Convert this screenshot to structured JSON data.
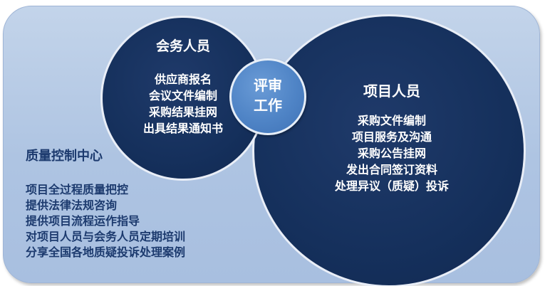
{
  "panel": {
    "background": "#b4c7e4",
    "circle_color": "#15305c",
    "center_color": "#4f84c6"
  },
  "left_circle": {
    "title": "会务人员",
    "items": [
      "供应商报名",
      "会议文件编制",
      "采购结果挂网",
      "出具结果通知书"
    ]
  },
  "center_circle": {
    "lines": [
      "评审",
      "工作"
    ]
  },
  "right_circle": {
    "title": "项目人员",
    "items": [
      "采购文件编制",
      "项目服务及沟通",
      "采购公告挂网",
      "发出合同签订资料",
      "处理异议（质疑）投诉"
    ]
  },
  "quality_control": {
    "title": "质量控制中心",
    "items": [
      "项目全过程质量把控",
      "提供法律法规咨询",
      "提供项目流程运作指导",
      "对项目人员与会务人员定期培训",
      "分享全国各地质疑投诉处理案例"
    ]
  }
}
